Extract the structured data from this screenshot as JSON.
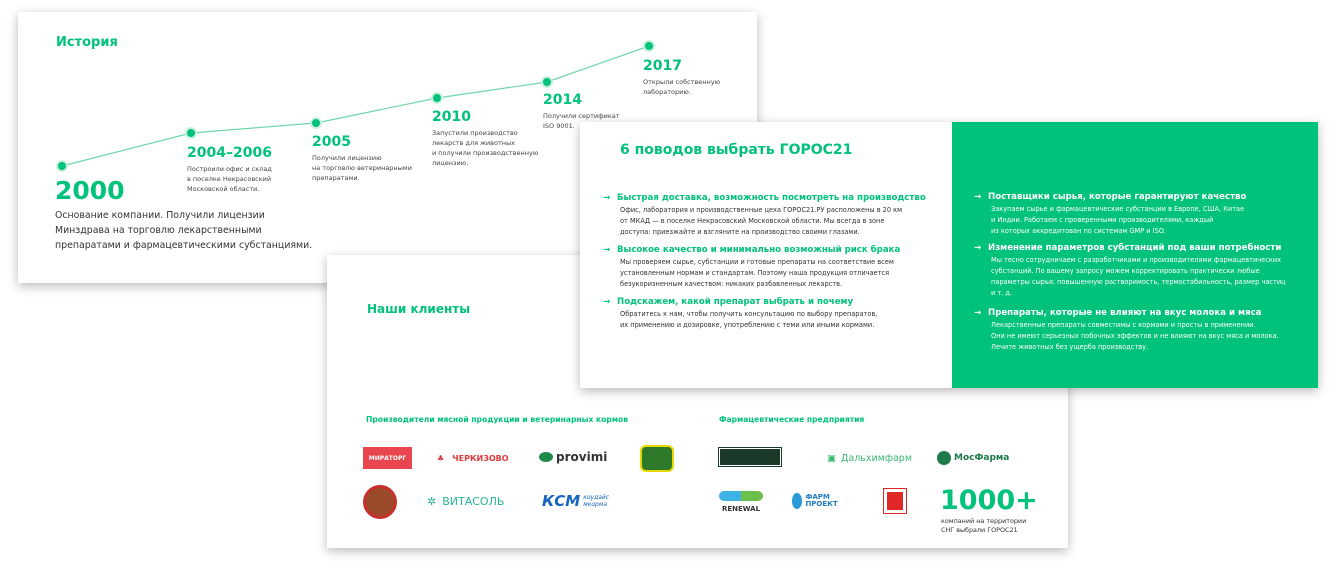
{
  "history": {
    "title": "История",
    "events": [
      {
        "year": "2000",
        "text": [
          "Основание компании. Получили лицензии",
          "Минздрава на торговлю лекарственными",
          "препаратами и фармацевтическими субстанциями."
        ]
      },
      {
        "year": "2004–2006",
        "text": [
          "Построили офис и склад",
          "в поселке Некрасовский",
          "Московской области."
        ]
      },
      {
        "year": "2005",
        "text": [
          "Получили лицензию",
          "на торговлю ветеринарными",
          "препаратами."
        ]
      },
      {
        "year": "2010",
        "text": [
          "Запустили производство",
          "лекарств для животных",
          "и получили производственную",
          "лицензию."
        ]
      },
      {
        "year": "2014",
        "text": [
          "Получили сертификат",
          "ISO 9001."
        ]
      },
      {
        "year": "2017",
        "text": [
          "Открыли собственную",
          "лабораторию."
        ]
      }
    ]
  },
  "reasons": {
    "title": "6 поводов выбрать ГОРОС21",
    "left": [
      {
        "title": "Быстрая доставка, возможность посмотреть на производство",
        "text": [
          "Офис, лаборатория и производственные цеха ГОРОС21.РУ расположены в 20 км",
          "от МКАД — в поселке Некрасовский Московской области. Мы всегда в зоне",
          "доступа: приезжайте и взгляните на производство своими глазами."
        ]
      },
      {
        "title": "Высокое качество и минимально возможный риск брака",
        "text": [
          "Мы проверяем сырье, субстанции и готовые препараты на соответствие всем",
          "установленным нормам и стандартам. Поэтому наша продукция отличается",
          "безукоризненным качеством: никаких разбавленных лекарств."
        ]
      },
      {
        "title": "Подскажем, какой препарат выбрать и почему",
        "text": [
          "Обратитесь к нам, чтобы получить консультацию по выбору препаратов,",
          "их применению и дозировке, употреблению с теми или иными кормами."
        ]
      }
    ],
    "right": [
      {
        "title": "Поставщики сырья, которые гарантируют качество",
        "text": [
          "Закупаем сырье и фармацевтические субстанции в Европе, США, Китае",
          "и Индии. Работаем с проверенными производителями, каждый",
          "из которых аккредитован по системам GMP и ISO."
        ]
      },
      {
        "title": "Изменение параметров субстанций под ваши потребности",
        "text": [
          "Мы тесно сотрудничаем с разработчиками и производителями фармацевтических",
          "субстанций. По вашему запросу можем корректировать практически любые",
          "параметры сырья: повышенную растворимость, термостабильность, размер частиц",
          "и т. д."
        ]
      },
      {
        "title": "Препараты, которые не влияют на вкус молока и мяса",
        "text": [
          "Лекарственные препараты совместимы с кормами и просты в применении.",
          "Они не имеют серьезных побочных эффектов и не влияют на вкус мяса и молока.",
          "Лечите животных без ущерба производству."
        ]
      }
    ]
  },
  "clients": {
    "title": "Наши клиенты",
    "group1": "Производители мясной продукции и ветеринарных кормов",
    "group2": "Фармацевтические предприятия",
    "logos1": [
      "МИРАТОРГ",
      "ЧЕРКИЗОВО",
      "provimi",
      "ВИТАСОЛЬ",
      "КСМ",
      "коудайс мкорма"
    ],
    "logos2": [
      "Дальхимфарм",
      "МосФарма",
      "RENEWAL",
      "ФАРМ ПРОЕКТ"
    ],
    "count": "1000+",
    "count_text": [
      "компаний на территории",
      "СНГ выбрали ГОРОС21"
    ]
  },
  "colors": {
    "accent": "#00c27a"
  }
}
